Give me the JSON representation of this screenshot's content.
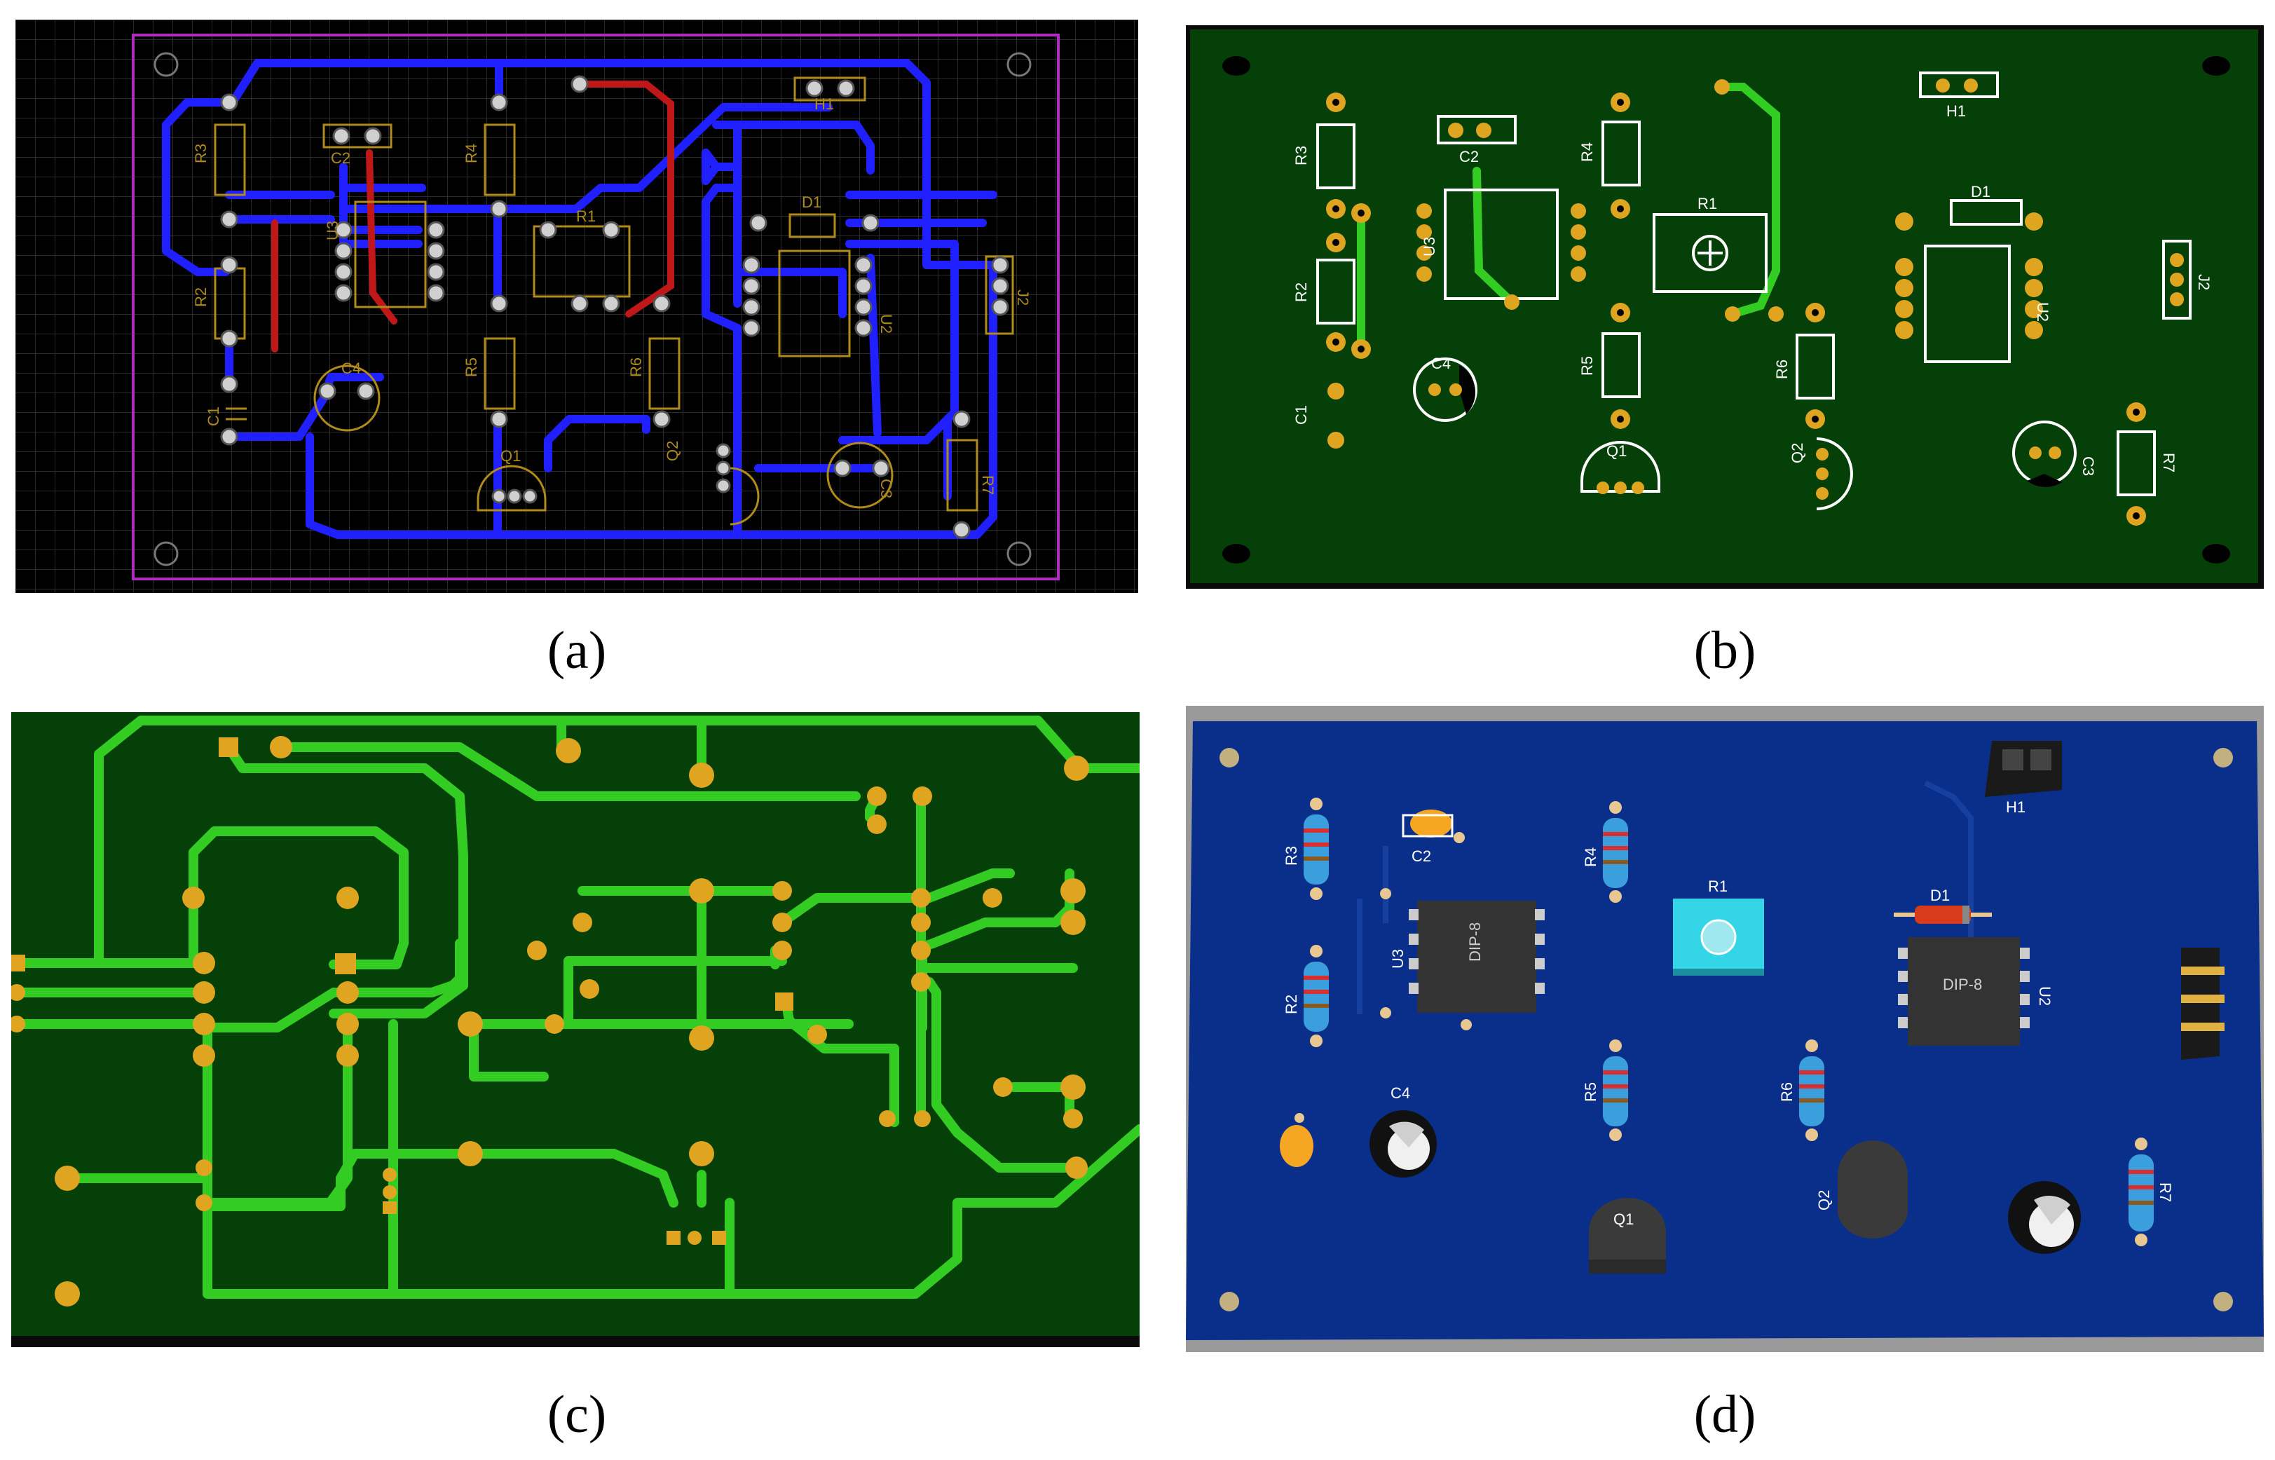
{
  "captions": {
    "a": "(a)",
    "b": "(b)",
    "c": "(c)",
    "d": "(d)"
  },
  "labels": {
    "R1": "R1",
    "R2": "R2",
    "R3": "R3",
    "R4": "R4",
    "R5": "R5",
    "R6": "R6",
    "R7": "R7",
    "C1": "C1",
    "C2": "C2",
    "C3": "C3",
    "C4": "C4",
    "D1": "D1",
    "U2": "U2",
    "U3": "U3",
    "J2": "J2",
    "H1": "H1",
    "Q1": "Q1",
    "Q2": "Q2",
    "DIP8": "DIP-8"
  },
  "colors": {
    "a_background": "#000000",
    "a_bottom_trace": "#1f1fff",
    "a_top_trace": "#c01818",
    "a_outline": "#b02cc0",
    "a_silkscreen": "#b08a1a",
    "b_board": "#054008",
    "b_pad": "#e0a520",
    "b_trace": "#33cc22",
    "c_board": "#054008",
    "c_trace": "#33cc22",
    "c_pad": "#e0a520",
    "d_board": "#0a2f8a",
    "d_resistor": "#3a9fdc",
    "d_chip": "#333333",
    "d_pot": "#35d5e8",
    "d_diode": "#d93a1a",
    "d_cap_ceramic": "#f5a623"
  }
}
